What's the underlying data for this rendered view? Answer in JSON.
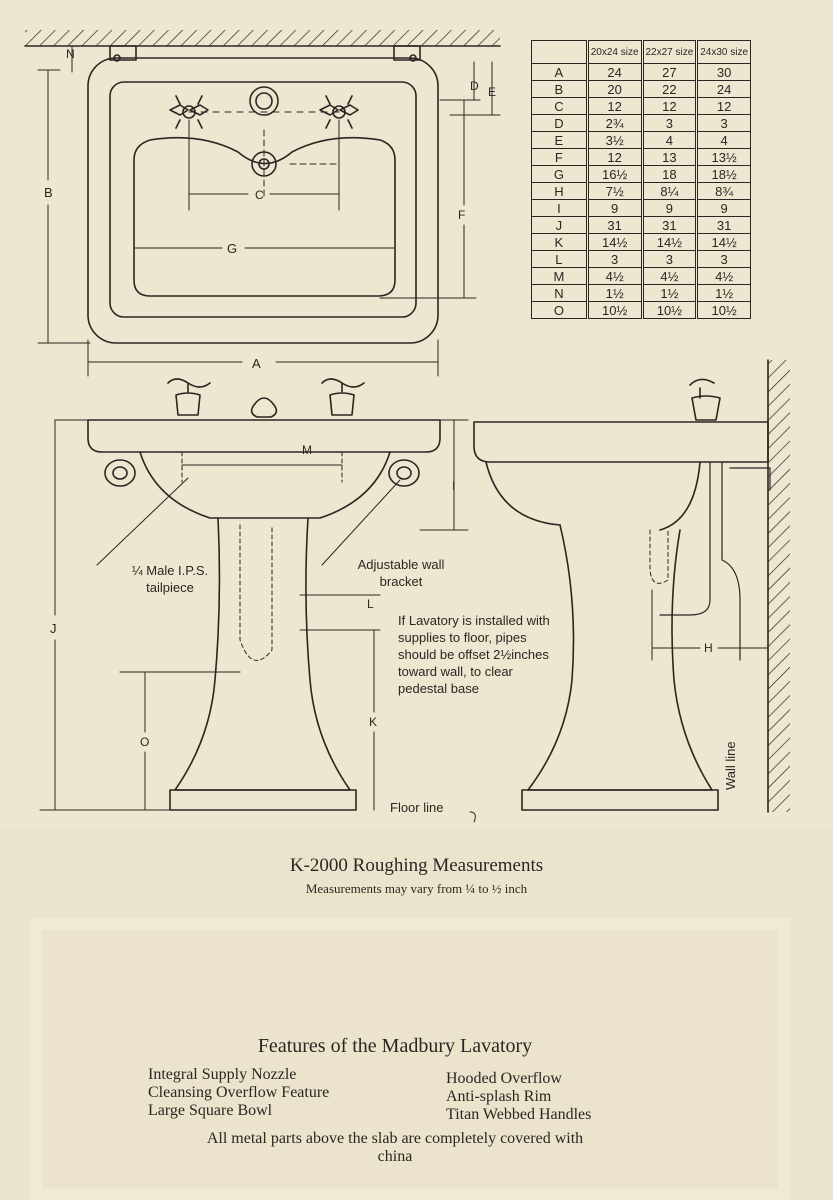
{
  "table": {
    "headers": [
      "20x24 size",
      "22x27 size",
      "24x30 size"
    ],
    "rows": [
      {
        "letter": "A",
        "values": [
          "24",
          "27",
          "30"
        ]
      },
      {
        "letter": "B",
        "values": [
          "20",
          "22",
          "24"
        ]
      },
      {
        "letter": "C",
        "values": [
          "12",
          "12",
          "12"
        ]
      },
      {
        "letter": "D",
        "values": [
          "2¾",
          "3",
          "3"
        ]
      },
      {
        "letter": "E",
        "values": [
          "3½",
          "4",
          "4"
        ]
      },
      {
        "letter": "F",
        "values": [
          "12",
          "13",
          "13½"
        ]
      },
      {
        "letter": "G",
        "values": [
          "16½",
          "18",
          "18½"
        ]
      },
      {
        "letter": "H",
        "values": [
          "7½",
          "8¼",
          "8¾"
        ]
      },
      {
        "letter": "I",
        "values": [
          "9",
          "9",
          "9"
        ]
      },
      {
        "letter": "J",
        "values": [
          "31",
          "31",
          "31"
        ]
      },
      {
        "letter": "K",
        "values": [
          "14½",
          "14½",
          "14½"
        ]
      },
      {
        "letter": "L",
        "values": [
          "3",
          "3",
          "3"
        ]
      },
      {
        "letter": "M",
        "values": [
          "4½",
          "4½",
          "4½"
        ]
      },
      {
        "letter": "N",
        "values": [
          "1½",
          "1½",
          "1½"
        ]
      },
      {
        "letter": "O",
        "values": [
          "10½",
          "10½",
          "10½"
        ]
      }
    ]
  },
  "drawing_labels": {
    "n": "N",
    "d": "D",
    "e": "E",
    "b": "B",
    "c": "C",
    "f": "F",
    "g": "G",
    "a": "A",
    "m": "M",
    "i": "I",
    "j": "J",
    "l": "L",
    "k": "K",
    "o": "O",
    "h": "H"
  },
  "notes": {
    "tailpiece": "¼ Male I.P.S. tailpiece",
    "bracket": "Adjustable wall bracket",
    "supplies": "If Lavatory is installed with supplies to floor, pipes should be offset 2½inches toward wall, to clear pedestal base",
    "floor_line": "Floor line",
    "wall_line": "Wall line"
  },
  "caption": {
    "title": "K-2000 Roughing Measurements",
    "subtitle": "Measurements may vary from ¼ to ½ inch"
  },
  "features": {
    "title": "Features of the Madbury Lavatory",
    "left": [
      "Integral Supply Nozzle",
      "Cleansing Overflow Feature",
      "Large Square Bowl"
    ],
    "right": [
      "Hooded Overflow",
      "Anti-splash Rim",
      "Titan Webbed Handles"
    ],
    "footer": "All metal parts above the slab are completely covered with china"
  }
}
